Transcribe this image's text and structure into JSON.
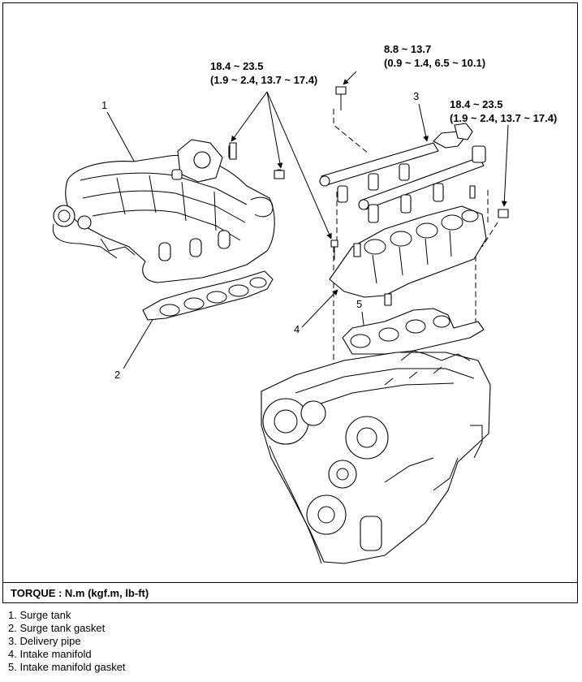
{
  "torque_specs": [
    {
      "line1": "18.4 ~ 23.5",
      "line2": "(1.9 ~ 2.4, 13.7 ~ 17.4)"
    },
    {
      "line1": "8.8 ~ 13.7",
      "line2": "(0.9 ~ 1.4, 6.5 ~ 10.1)"
    },
    {
      "line1": "18.4 ~ 23.5",
      "line2": "(1.9 ~ 2.4, 13.7 ~ 17.4)"
    }
  ],
  "callouts": [
    "1",
    "2",
    "3",
    "4",
    "5"
  ],
  "torque_unit": "TORQUE : N.m (kgf.m, lb-ft)",
  "legend": [
    "1.  Surge tank",
    "2.  Surge tank gasket",
    "3.  Delivery pipe",
    "4.  Intake manifold",
    "5.  Intake manifold gasket"
  ]
}
